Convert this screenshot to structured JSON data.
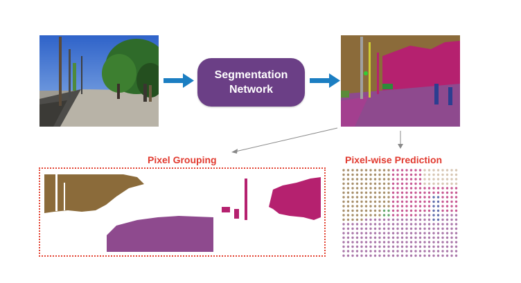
{
  "network": {
    "line1": "Segmentation",
    "line2": "Network"
  },
  "labels": {
    "pixel_grouping": "Pixel Grouping",
    "pixelwise_prediction": "Pixel-wise Prediction"
  },
  "colors": {
    "network_box": "#6b3f86",
    "arrow_blue": "#1b7ec2",
    "label_red": "#e13a2f",
    "class_building": "#8b6b3a",
    "class_road": "#8e4a8e",
    "class_vegetation": "#b5216f",
    "class_sky": "#b5216f",
    "class_tree": "#2f8a3a"
  }
}
